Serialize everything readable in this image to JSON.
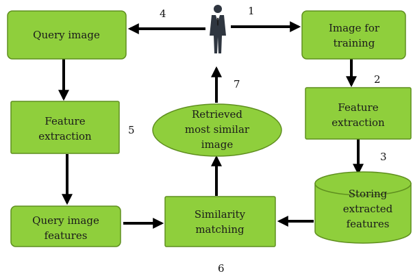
{
  "nodes": {
    "query_image": "Query image",
    "image_for_training": [
      "Image for",
      "training"
    ],
    "feature_extraction_left": [
      "Feature",
      "extraction"
    ],
    "feature_extraction_right": [
      "Feature",
      "extraction"
    ],
    "query_image_features": [
      "Query image",
      "features"
    ],
    "similarity_matching": [
      "Similarity",
      "matching"
    ],
    "retrieved": [
      "Retrieved",
      "most similar",
      "image"
    ],
    "storing": [
      "Storing",
      "extracted",
      "features"
    ]
  },
  "steps": {
    "s1": "1",
    "s2": "2",
    "s3": "3",
    "s4": "4",
    "s5": "5",
    "s6": "6",
    "s7": "7"
  },
  "colors": {
    "box_fill": "#8fcf3c",
    "box_stroke": "#5f8f1f",
    "arrow": "#000000"
  },
  "icons": {
    "user": "person-icon"
  }
}
